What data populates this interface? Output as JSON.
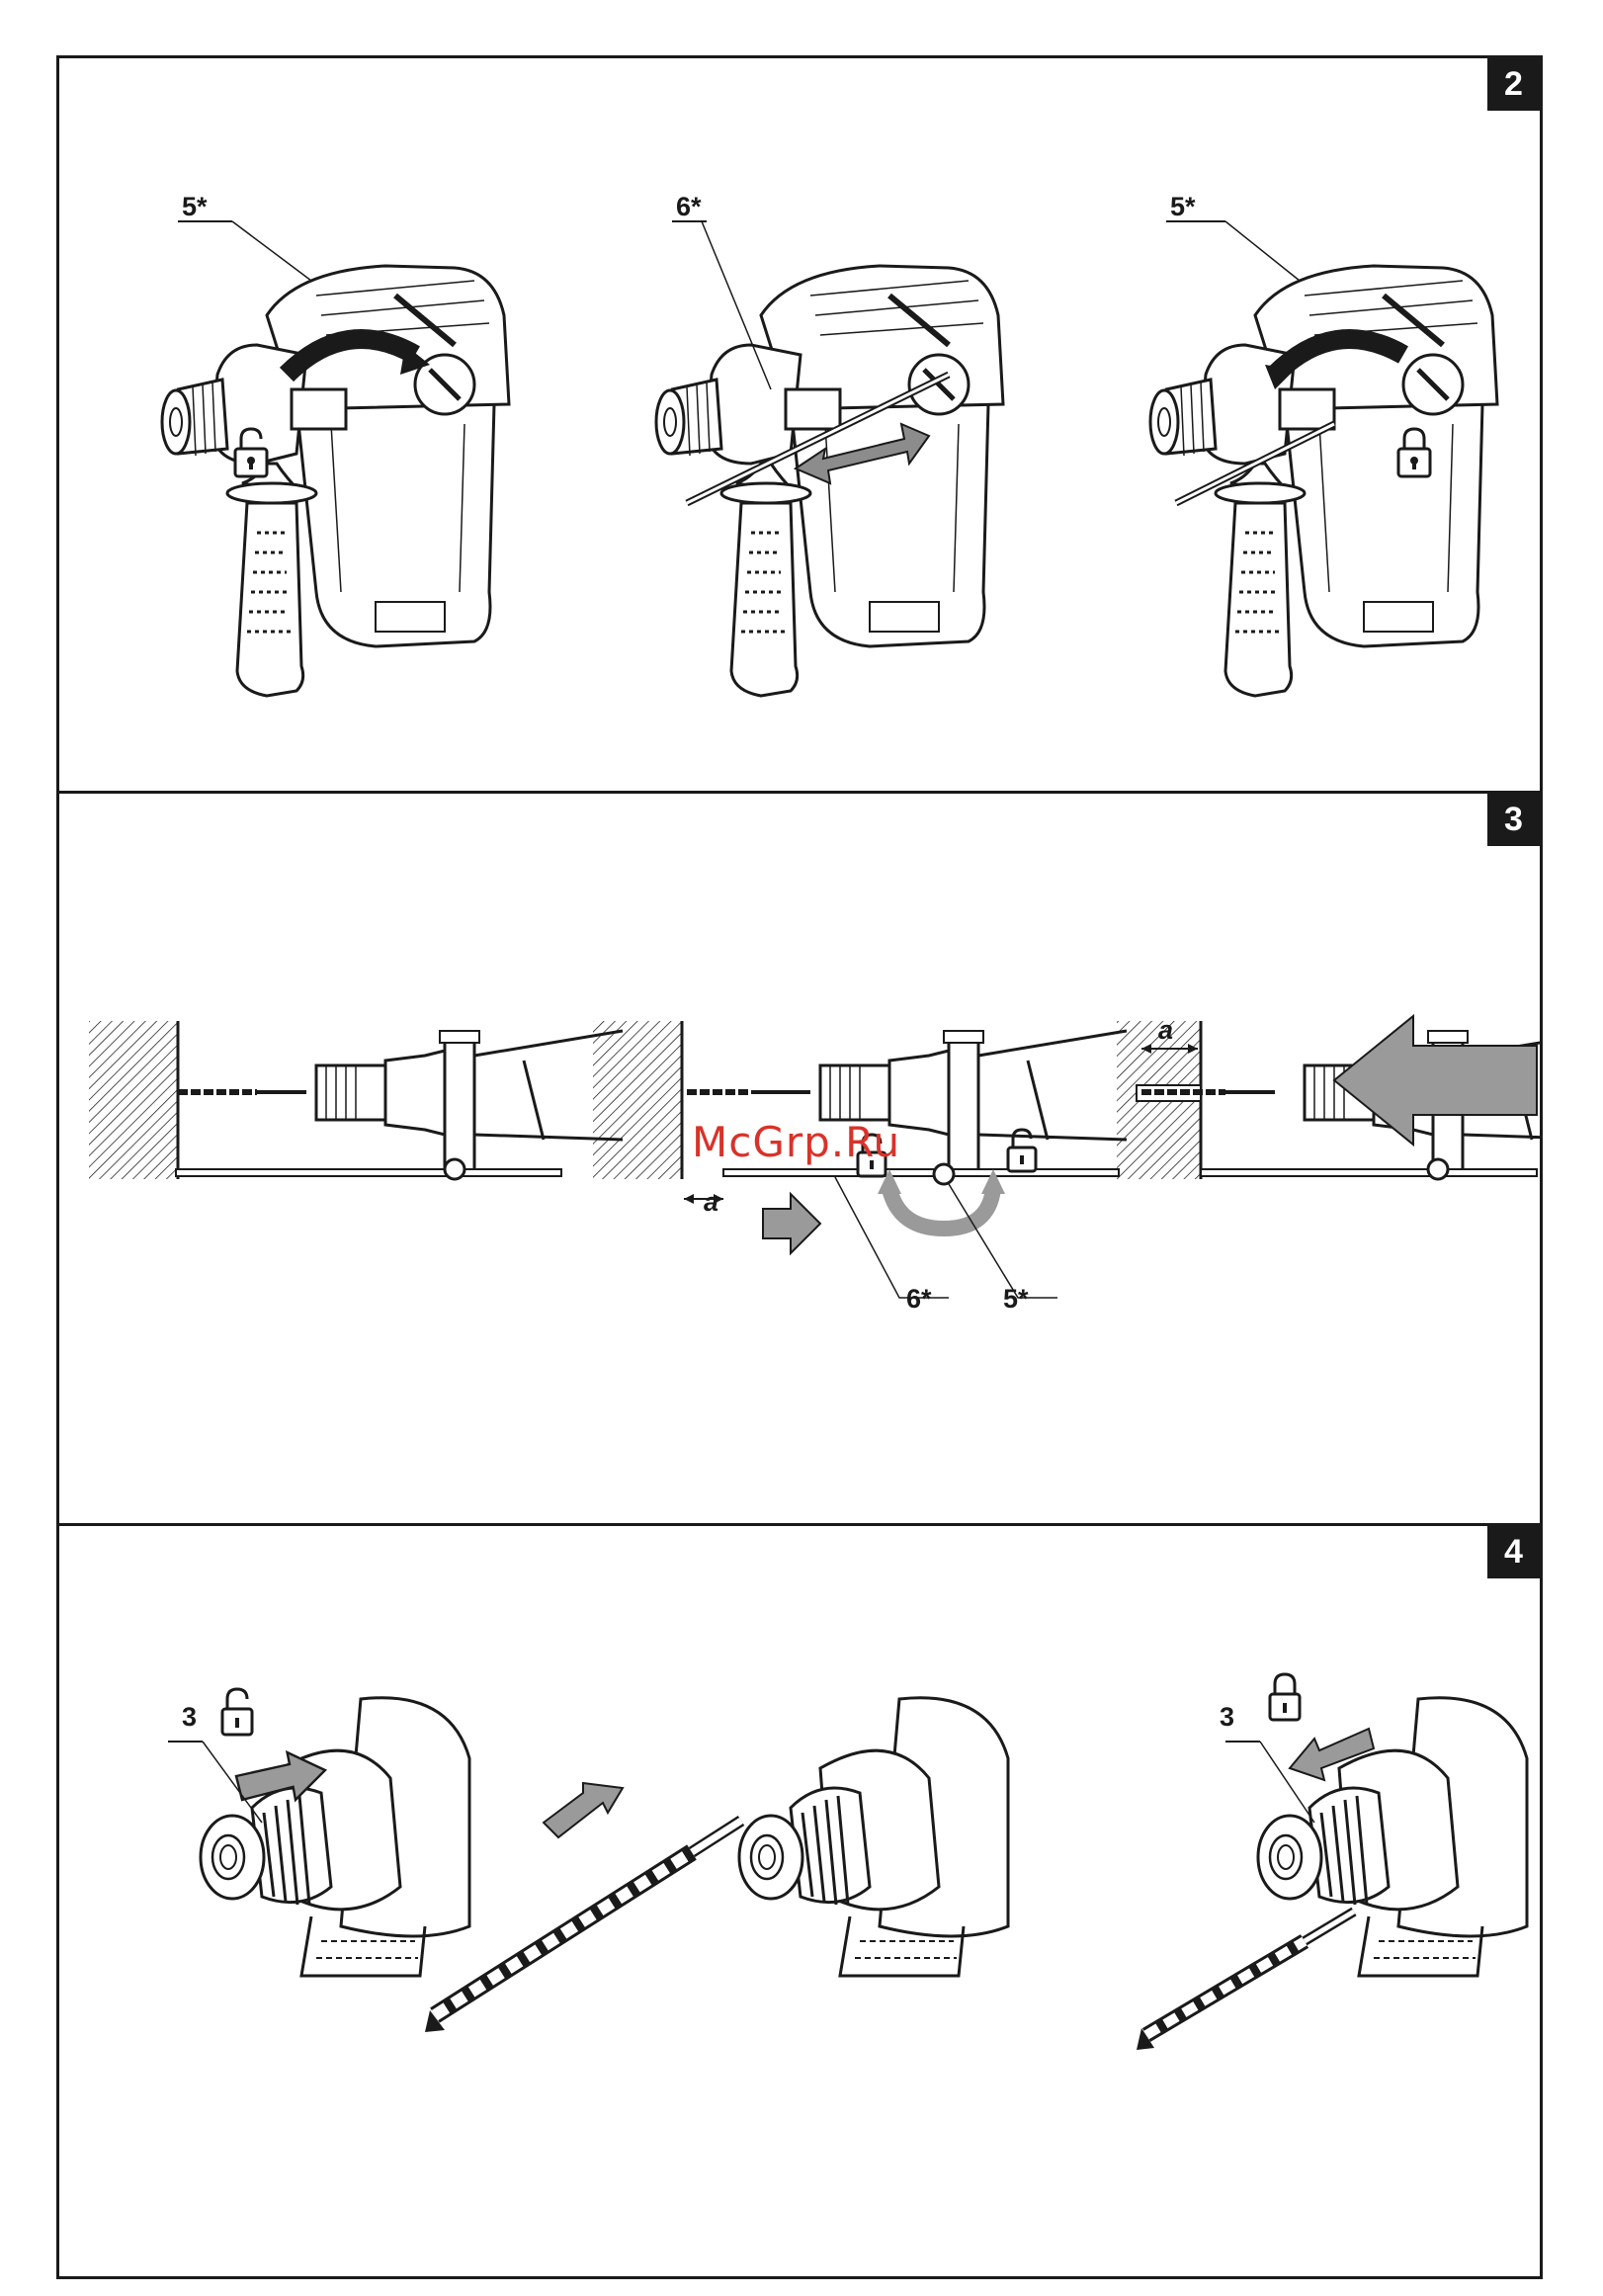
{
  "panels": [
    {
      "number": "2",
      "labels": [
        "5*",
        "6*",
        "5*"
      ]
    },
    {
      "number": "3",
      "labels": [
        "a",
        "a",
        "6*",
        "5*",
        "a"
      ]
    },
    {
      "number": "4",
      "labels": [
        "3",
        "3"
      ]
    }
  ],
  "watermark": "McGrp.Ru",
  "colors": {
    "line": "#1a1a1a",
    "arrow_gray": "#9a9a9a",
    "watermark": "#d9322a"
  }
}
